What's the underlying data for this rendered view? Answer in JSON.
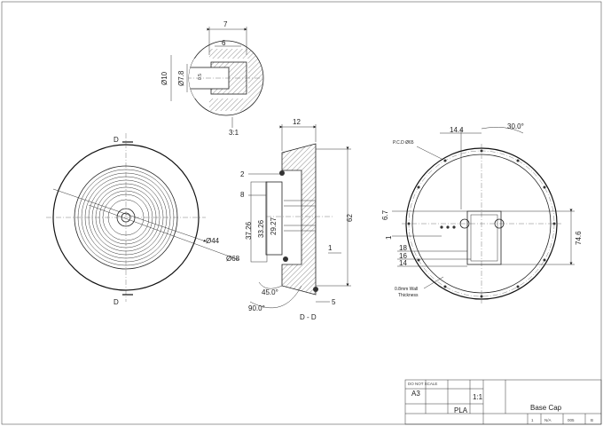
{
  "detail": {
    "dims": {
      "width": "7",
      "inner": "6",
      "dia_outer": "Ø10",
      "dia_inner": "Ø7.8",
      "small": "0.5"
    },
    "scale": "3:1"
  },
  "front_view": {
    "section_mark": "D",
    "dia_44": "Ø44",
    "dia_68": "Ø68"
  },
  "section_view": {
    "dims": {
      "top": "12",
      "d2": "2",
      "d8": "8",
      "d37": "37.26",
      "d33": "33.26",
      "d29": "29.27",
      "d1": "1",
      "d62": "62",
      "d5": "5",
      "angle45": "45.0°",
      "angle90": "90.0°"
    },
    "label": "D - D"
  },
  "rear_view": {
    "pcd": "P.C.D Ø65",
    "dims": {
      "d14_4": "14.4",
      "angle30": "30.0°",
      "d6_7": "6.7",
      "d1": "1",
      "d18": "18",
      "d16": "16",
      "d14": "14",
      "d74_6": "74.6"
    },
    "wall_note_1": "0.8mm Wall",
    "wall_note_2": "Thickness"
  },
  "title_block": {
    "do_not_scale": "DO NOT SCALE",
    "size": "A3",
    "scale": "1:1",
    "material": "PLA",
    "title": "Base Cap",
    "sheet": "1",
    "rev": "B",
    "dwg_no": "N/A",
    "qty": "005"
  }
}
